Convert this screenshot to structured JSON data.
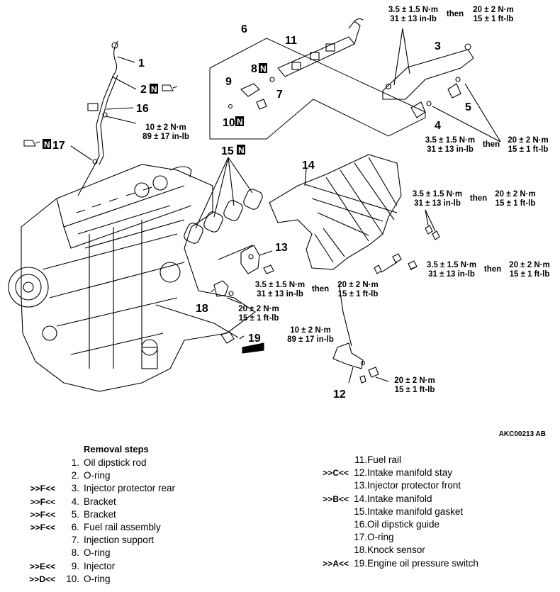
{
  "figure_code": "AKC00213 AB",
  "part_labels": [
    "1",
    "2",
    "3",
    "4",
    "5",
    "6",
    "7",
    "8",
    "9",
    "10",
    "11",
    "12",
    "13",
    "14",
    "15",
    "16",
    "17",
    "18",
    "19"
  ],
  "torque": {
    "fuel_rail_top": {
      "a": "3.5 ± 1.5 N·m",
      "b": "31 ± 13 in-lb",
      "then": "then",
      "c": "20 ± 2 N·m",
      "d": "15 ± 1 ft-lb"
    },
    "bracket_right": {
      "a": "3.5 ± 1.5 N·m",
      "b": "31 ± 13 in-lb",
      "then": "then",
      "c": "20 ± 2 N·m",
      "d": "15 ± 1 ft-lb"
    },
    "dipstick": {
      "a": "10 ± 2 N·m",
      "b": "89 ± 17 in-lb"
    },
    "manifold_upper_right": {
      "a": "3.5 ± 1.5 N·m",
      "b": "31 ± 13 in-lb",
      "then": "then",
      "c": "20 ± 2 N·m",
      "d": "15 ± 1 ft-lb"
    },
    "manifold_right": {
      "a": "3.5 ± 1.5 N·m",
      "b": "31 ± 13 in-lb",
      "then": "then",
      "c": "20 ± 2 N·m",
      "d": "15 ± 1 ft-lb"
    },
    "protector_front": {
      "a": "3.5 ± 1.5 N·m",
      "b": "31 ± 13 in-lb",
      "then": "then",
      "c": "20 ± 2 N·m",
      "d": "15 ± 1 ft-lb"
    },
    "knock_sensor": {
      "a": "20 ± 2 N·m",
      "b": "15 ± 1 ft-lb"
    },
    "oil_pressure_switch": {
      "a": "10 ± 2 N·m",
      "b": "89 ± 17 in-lb"
    },
    "manifold_stay": {
      "a": "20 ± 2 N·m",
      "b": "15 ± 1 ft-lb"
    }
  },
  "removal": {
    "title": "Removal steps",
    "left_steps": [
      {
        "code": "",
        "num": "1.",
        "text": "Oil dipstick rod"
      },
      {
        "code": "",
        "num": "2.",
        "text": "O-ring"
      },
      {
        "code": ">>F<<",
        "num": "3.",
        "text": "Injector protector rear"
      },
      {
        "code": ">>F<<",
        "num": "4.",
        "text": "Bracket"
      },
      {
        "code": ">>F<<",
        "num": "5.",
        "text": "Bracket"
      },
      {
        "code": ">>F<<",
        "num": "6.",
        "text": "Fuel rail assembly"
      },
      {
        "code": "",
        "num": "7.",
        "text": "Injection support"
      },
      {
        "code": "",
        "num": "8.",
        "text": "O-ring"
      },
      {
        "code": ">>E<<",
        "num": "9.",
        "text": "Injector"
      },
      {
        "code": ">>D<<",
        "num": "10.",
        "text": "O-ring"
      }
    ],
    "right_steps": [
      {
        "code": "",
        "num": "11.",
        "text": "Fuel rail"
      },
      {
        "code": ">>C<<",
        "num": "12.",
        "text": "Intake manifold stay"
      },
      {
        "code": "",
        "num": "13.",
        "text": "Injector protector front"
      },
      {
        "code": ">>B<<",
        "num": "14.",
        "text": "Intake manifold"
      },
      {
        "code": "",
        "num": "15.",
        "text": "Intake manifold gasket"
      },
      {
        "code": "",
        "num": "16.",
        "text": "Oil dipstick guide"
      },
      {
        "code": "",
        "num": "17.",
        "text": "O-ring"
      },
      {
        "code": "",
        "num": "18.",
        "text": "Knock sensor"
      },
      {
        "code": ">>A<<",
        "num": "19.",
        "text": "Engine oil pressure switch"
      }
    ]
  }
}
